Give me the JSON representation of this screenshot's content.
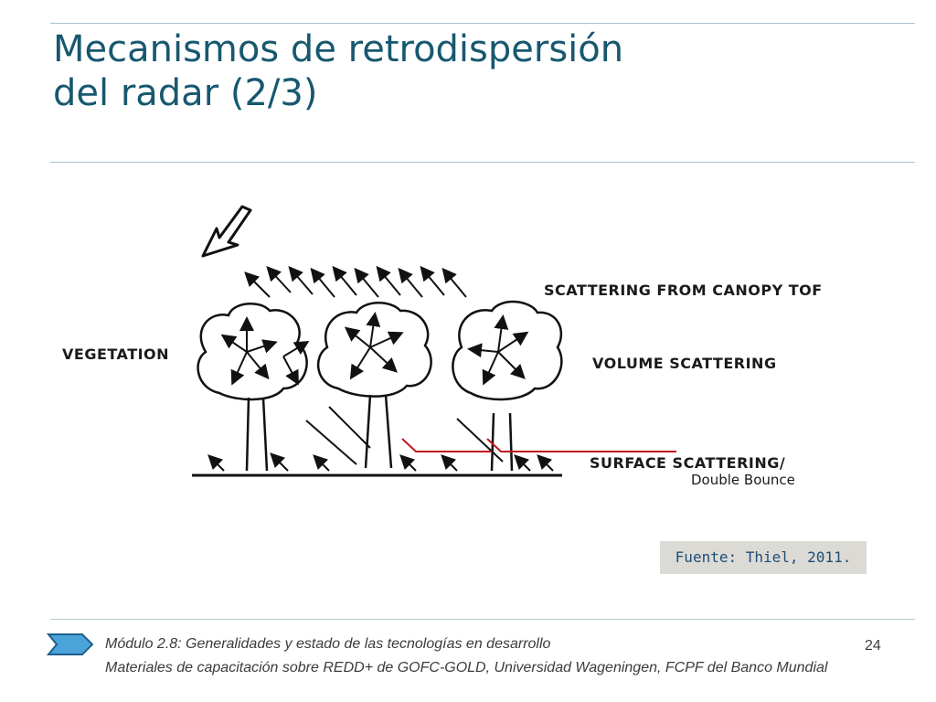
{
  "slide": {
    "title_line1": "Mecanismos de retrodispersión",
    "title_line2": "del radar (2/3)"
  },
  "figure": {
    "labels": {
      "vegetation": "VEGETATION",
      "canopy_top": "SCATTERING FROM CANOPY TOF",
      "volume": "VOLUME SCATTERING",
      "surface": "SURFACE SCATTERING/",
      "double_bounce": "Double Bounce"
    },
    "annotation_color": "#c0161c"
  },
  "source": "Fuente: Thiel, 2011.",
  "footer": {
    "line1": "Módulo 2.8: Generalidades y estado de las tecnologías en desarrollo",
    "line2": "Materiales de capacitación sobre REDD+ de GOFC-GOLD, Universidad Wageningen, FCPF del Banco Mundial",
    "page_number": "24"
  },
  "colors": {
    "title": "#17586f",
    "accent_chevron": "#4aa3d9"
  }
}
